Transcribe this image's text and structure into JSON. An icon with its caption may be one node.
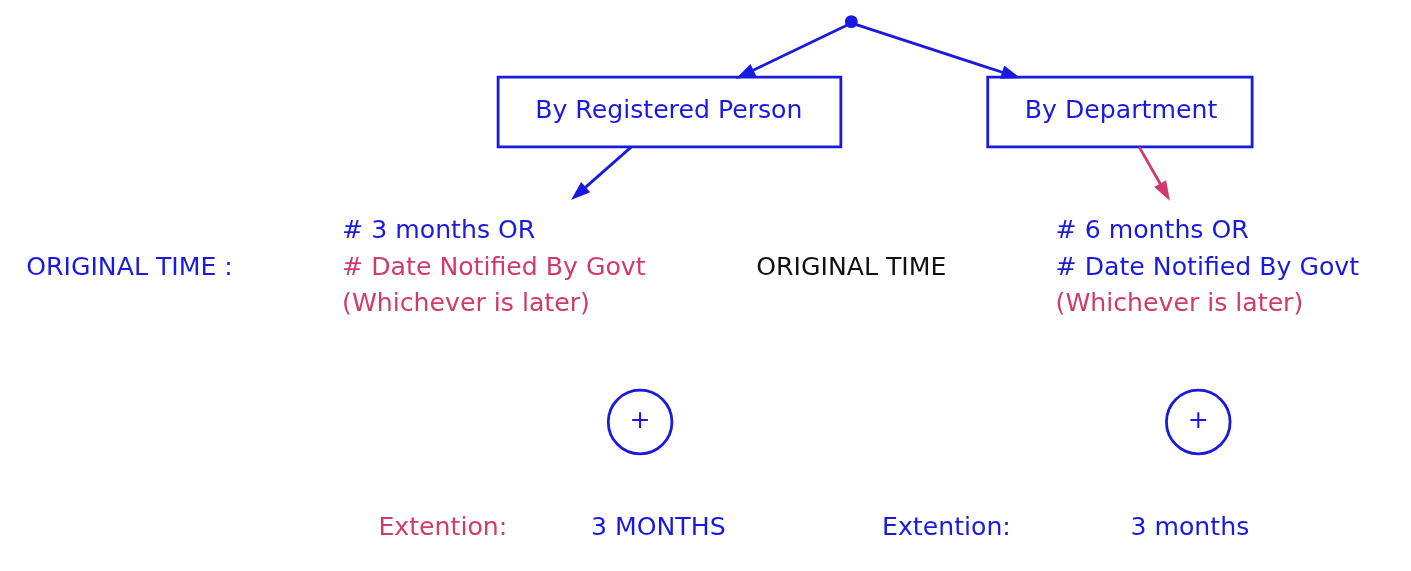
{
  "diagram": {
    "nodes": [
      {
        "text": [],
        "shape": "point"
      },
      {
        "text": [
          "By Registered Person"
        ]
      },
      {
        "text": [
          "By Department"
        ]
      },
      {
        "text": [
          "# 3 months OR",
          "# Date Notified By Govt",
          "(Whichever is later)"
        ]
      },
      {
        "text": [
          "# 6 months OR",
          "# Date Notified By Govt",
          "(Whichever is later)"
        ]
      }
    ],
    "edges": [
      {
        "from": 0,
        "to": 1,
        "arrow": "to"
      },
      {
        "from": 0,
        "to": 2,
        "arrow": "to"
      },
      {
        "from": 1,
        "to": 3,
        "arrow": "to"
      },
      {
        "from": 2,
        "to": 4,
        "arrow": "to",
        "color": "#d03a6e"
      }
    ],
    "labels": [
      "ORIGINAL TIME :",
      "ORIGINAL TIME",
      "+",
      "+",
      "Extention:",
      "3 MONTHS",
      "Extention:",
      "3 months"
    ]
  }
}
